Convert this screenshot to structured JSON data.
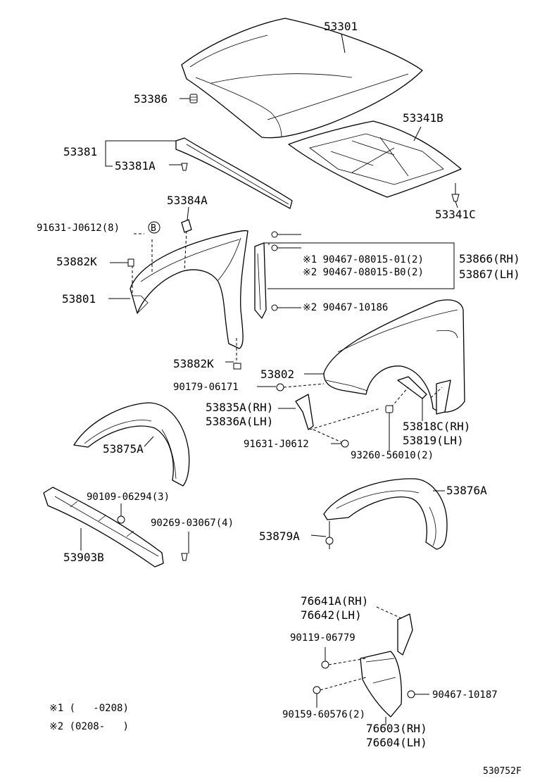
{
  "labels": {
    "hood": "53301",
    "hood_cushion": "53386",
    "hood_insulator": "53341B",
    "hood_seal": "53381",
    "hood_seal_clip": "53381A",
    "insulator_clip": "53341C",
    "seal_retainer": "53384A",
    "bolt_fender": "91631-J0612(8)",
    "callout_b": "B",
    "clip_upper": "53882K",
    "fender_inner_rh": "53801",
    "screw_1": "※1 90467-08015-01(2)",
    "screw_2": "※2 90467-08015-B0(2)",
    "screw_3": "※2 90467-10186",
    "liner_rh": "53866(RH)",
    "liner_lh": "53867(LH)",
    "clip_lower": "53882K",
    "fender_lh": "53802",
    "nut_fender": "90179-06171",
    "bracket_rh": "53835A(RH)",
    "bracket_lh": "53836A(LH)",
    "bolt_bracket": "91631-J0612",
    "splash_rh": "53818C(RH)",
    "splash_lh": "53819(LH)",
    "clip_splash": "93260-56010(2)",
    "fender_liner_rh": "53875A",
    "fender_liner_lh": "53876A",
    "bolt_support": "90109-06294(3)",
    "clip_support": "90269-03067(4)",
    "liner_clip": "53879A",
    "radiator_support": "53903B",
    "mudguard_bracket_rh": "76641A(RH)",
    "mudguard_bracket_lh": "76642(LH)",
    "mud_bolt": "90119-06779",
    "mud_screw": "90467-10187",
    "mud_clip": "90159-60576(2)",
    "mudguard_rh": "76603(RH)",
    "mudguard_lh": "76604(LH)"
  },
  "footnotes": {
    "note1": "※1 (   -0208)",
    "note2": "※2 (0208-   )"
  },
  "diagram_id": "530752F"
}
